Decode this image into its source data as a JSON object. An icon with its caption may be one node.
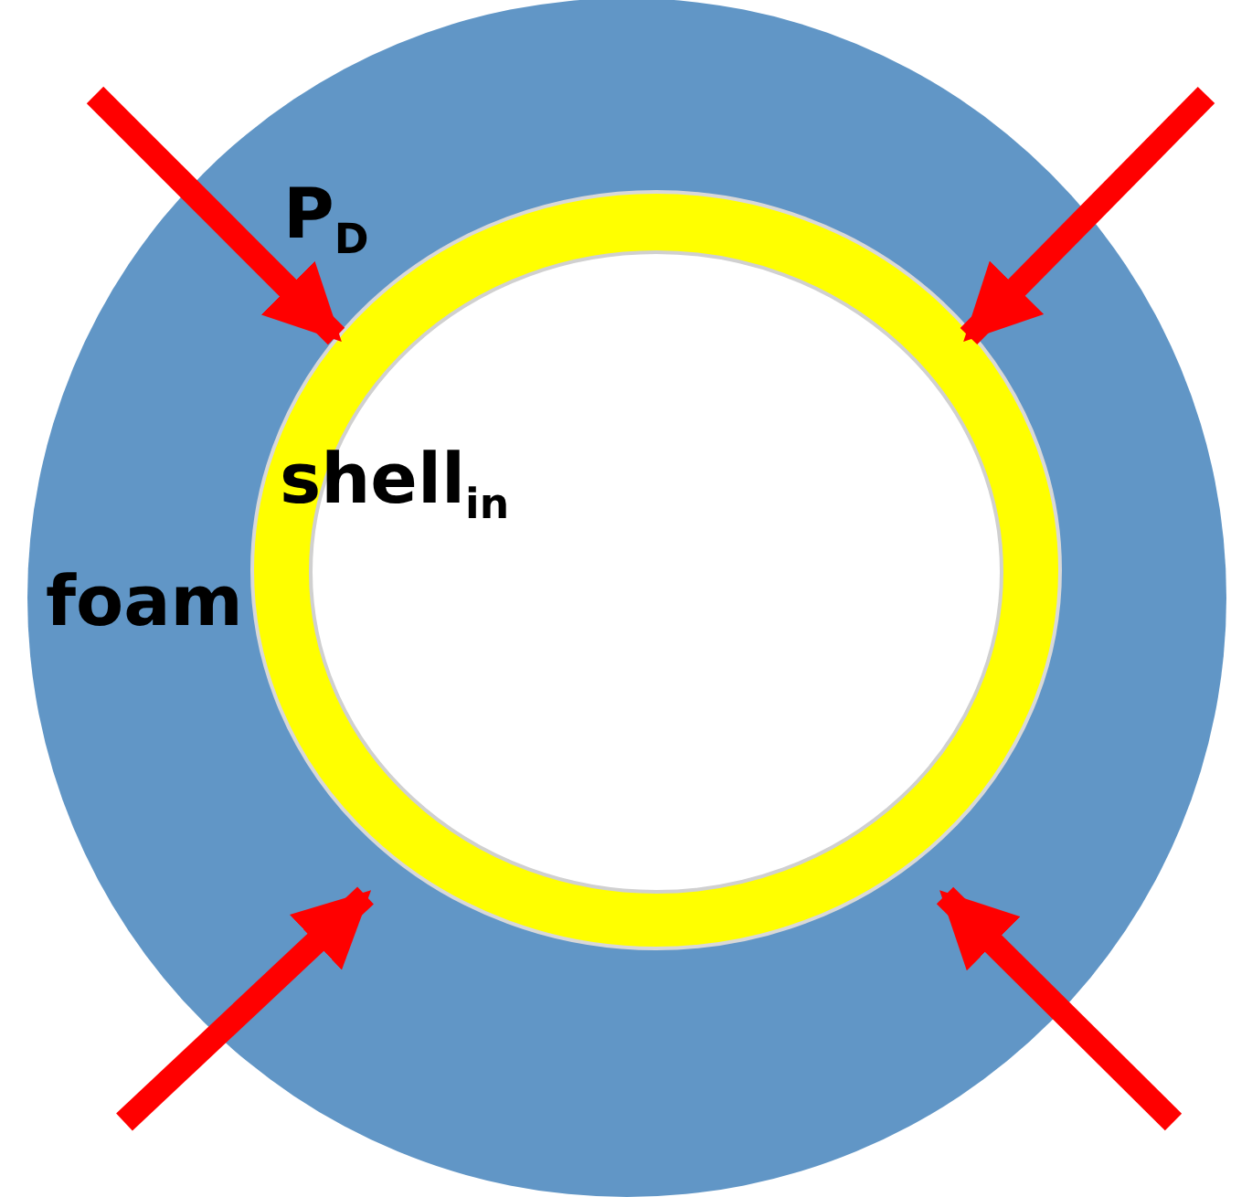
{
  "diagram": {
    "labels": [
      "P$_{D}$",
      "shell$_{in}$",
      "foam"
    ]
  }
}
